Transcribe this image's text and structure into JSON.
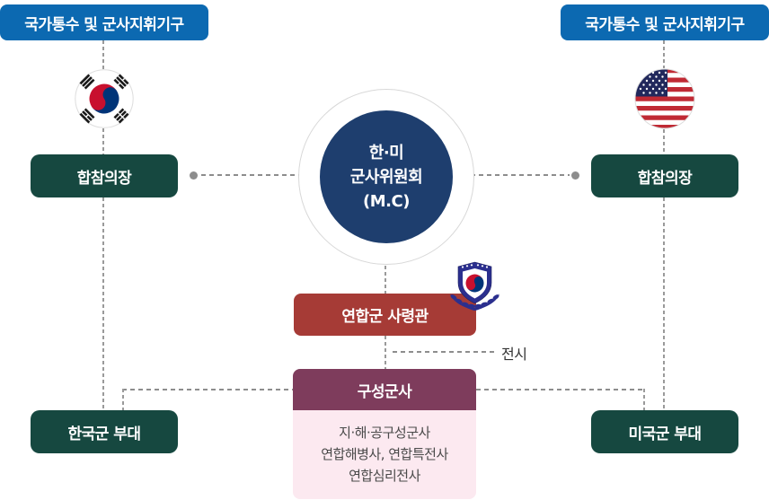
{
  "header": {
    "left_box_label": "국가통수 및 군사지휘기구",
    "right_box_label": "국가통수 및 군사지휘기구"
  },
  "left_chain": {
    "commander_label": "합참의장",
    "units_label": "한국군 부대",
    "flag_icon": "south-korea-flag-icon"
  },
  "right_chain": {
    "commander_label": "합참의장",
    "units_label": "미국군 부대",
    "flag_icon": "us-flag-icon"
  },
  "military_committee": {
    "line1": "한·미",
    "line2": "군사위원회",
    "line3": "(M.C)"
  },
  "cfc_commander": {
    "label": "연합군 사령관",
    "emblem_icon": "cfc-shield-emblem-icon"
  },
  "wartime_label": "전시",
  "component_command": {
    "title": "구성군사",
    "lines": [
      "지·해·공구성군사",
      "연합해병사, 연합특전사",
      "연합심리전사"
    ]
  },
  "colors": {
    "blue_box": "#0c69b1",
    "green_box": "#164840",
    "navy_circle": "#1e3e6e",
    "red_box": "#a63b36",
    "plum_box": "#7e3c5c",
    "pink_body": "#fce9f0",
    "line_gray": "#8d8d8d"
  }
}
